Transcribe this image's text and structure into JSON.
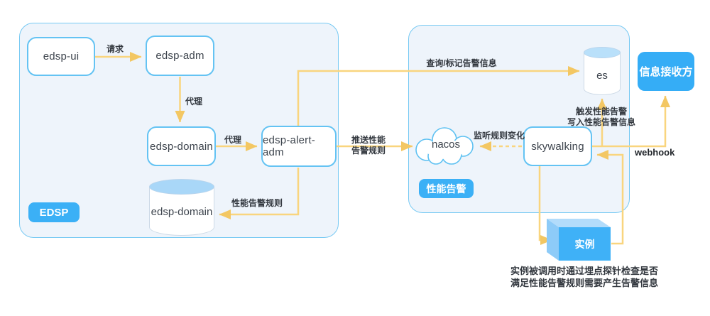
{
  "groups": {
    "edsp": {
      "badge": "EDSP"
    },
    "perf": {
      "badge": "性能告警"
    }
  },
  "nodes": {
    "edsp_ui": "edsp-ui",
    "edsp_adm": "edsp-adm",
    "edsp_domain": "edsp-domain",
    "edsp_alert_adm": "edsp-alert-adm",
    "edsp_domain_db": "edsp-domain",
    "es_db": "es",
    "nacos": "nacos",
    "skywalking": "skywalking",
    "receiver": "信息接收方",
    "instance": "实例"
  },
  "edges": {
    "request": "请求",
    "proxy_adm_to_domain": "代理",
    "proxy_domain_to_alert": "代理",
    "perf_alert_rules": "性能告警规则",
    "query_mark_alert_info": "查询/标记告警信息",
    "push_rules_line1": "推送性能",
    "push_rules_line2": "告警规则",
    "listen_rule_change": "监听规则变化",
    "trigger_alert_line1": "触发性能告警",
    "trigger_alert_line2": "写入性能告警信息",
    "webhook": "webhook"
  },
  "caption": {
    "line1": "实例被调用时通过埋点探针检查是否",
    "line2": "满足性能告警规则需要产生告警信息"
  },
  "colors": {
    "accent_blue": "#3bb0f6",
    "node_border_blue": "#64c3f3",
    "group_fill": "#eef4fb",
    "group_border": "#76c9f3",
    "arrow_yellow": "#f9d57e",
    "arrowhead_yellow": "#f3c763",
    "cylinder_top_blue": "#a9d7f8"
  }
}
